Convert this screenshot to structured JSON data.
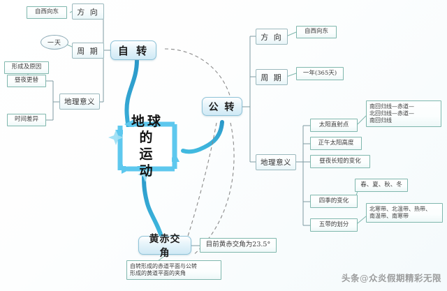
{
  "diagram": {
    "title": "地球的运动",
    "type": "mind-map",
    "colors": {
      "main_node_border": "#8fc3d8",
      "main_node_fill": "#cfe9f5",
      "leaf_border": "#7fb7ad",
      "branch_border": "#9ab8bd",
      "connector_blue": "#2f9fc9",
      "connector_thin": "#6f8f96",
      "center_arrow": "#5ec8ee",
      "text": "#2b2b2b"
    }
  },
  "center": {
    "line1": "地球的",
    "line2": "运 动"
  },
  "rotation": {
    "label": "自 转",
    "direction": {
      "label": "方 向",
      "value": "自西向东"
    },
    "period": {
      "label": "周 期",
      "value": "一天"
    },
    "significance": {
      "label": "地理意义",
      "items": [
        "形成及原因",
        "昼夜更替",
        "时间差异"
      ]
    }
  },
  "revolution": {
    "label": "公 转",
    "direction": {
      "label": "方 向",
      "value": "自西向东"
    },
    "period": {
      "label": "周 期",
      "value": "一年(365天)"
    },
    "significance": {
      "label": "地理意义",
      "items": [
        {
          "label": "太阳直射点",
          "note": "南回归线—赤道—\n北回归线—赤道—\n南回归线"
        },
        {
          "label": "正午太阳高度",
          "note": ""
        },
        {
          "label": "昼夜长短的变化",
          "note": ""
        },
        {
          "label": "四季的变化",
          "note": "春、夏、秋、冬"
        },
        {
          "label": "五带的划分",
          "note": "北寒带、北温带、热带、\n南温带、南寒带"
        }
      ]
    }
  },
  "ecliptic_angle": {
    "label": "黄赤交角",
    "value_note": "目前黄赤交角为23.5°",
    "definition_note": "自转形成的赤道平面与公转\n形成的黄道平面的夹角"
  },
  "watermark": {
    "source": "头条",
    "at": "@",
    "account": "众炎假期精彩无限"
  }
}
